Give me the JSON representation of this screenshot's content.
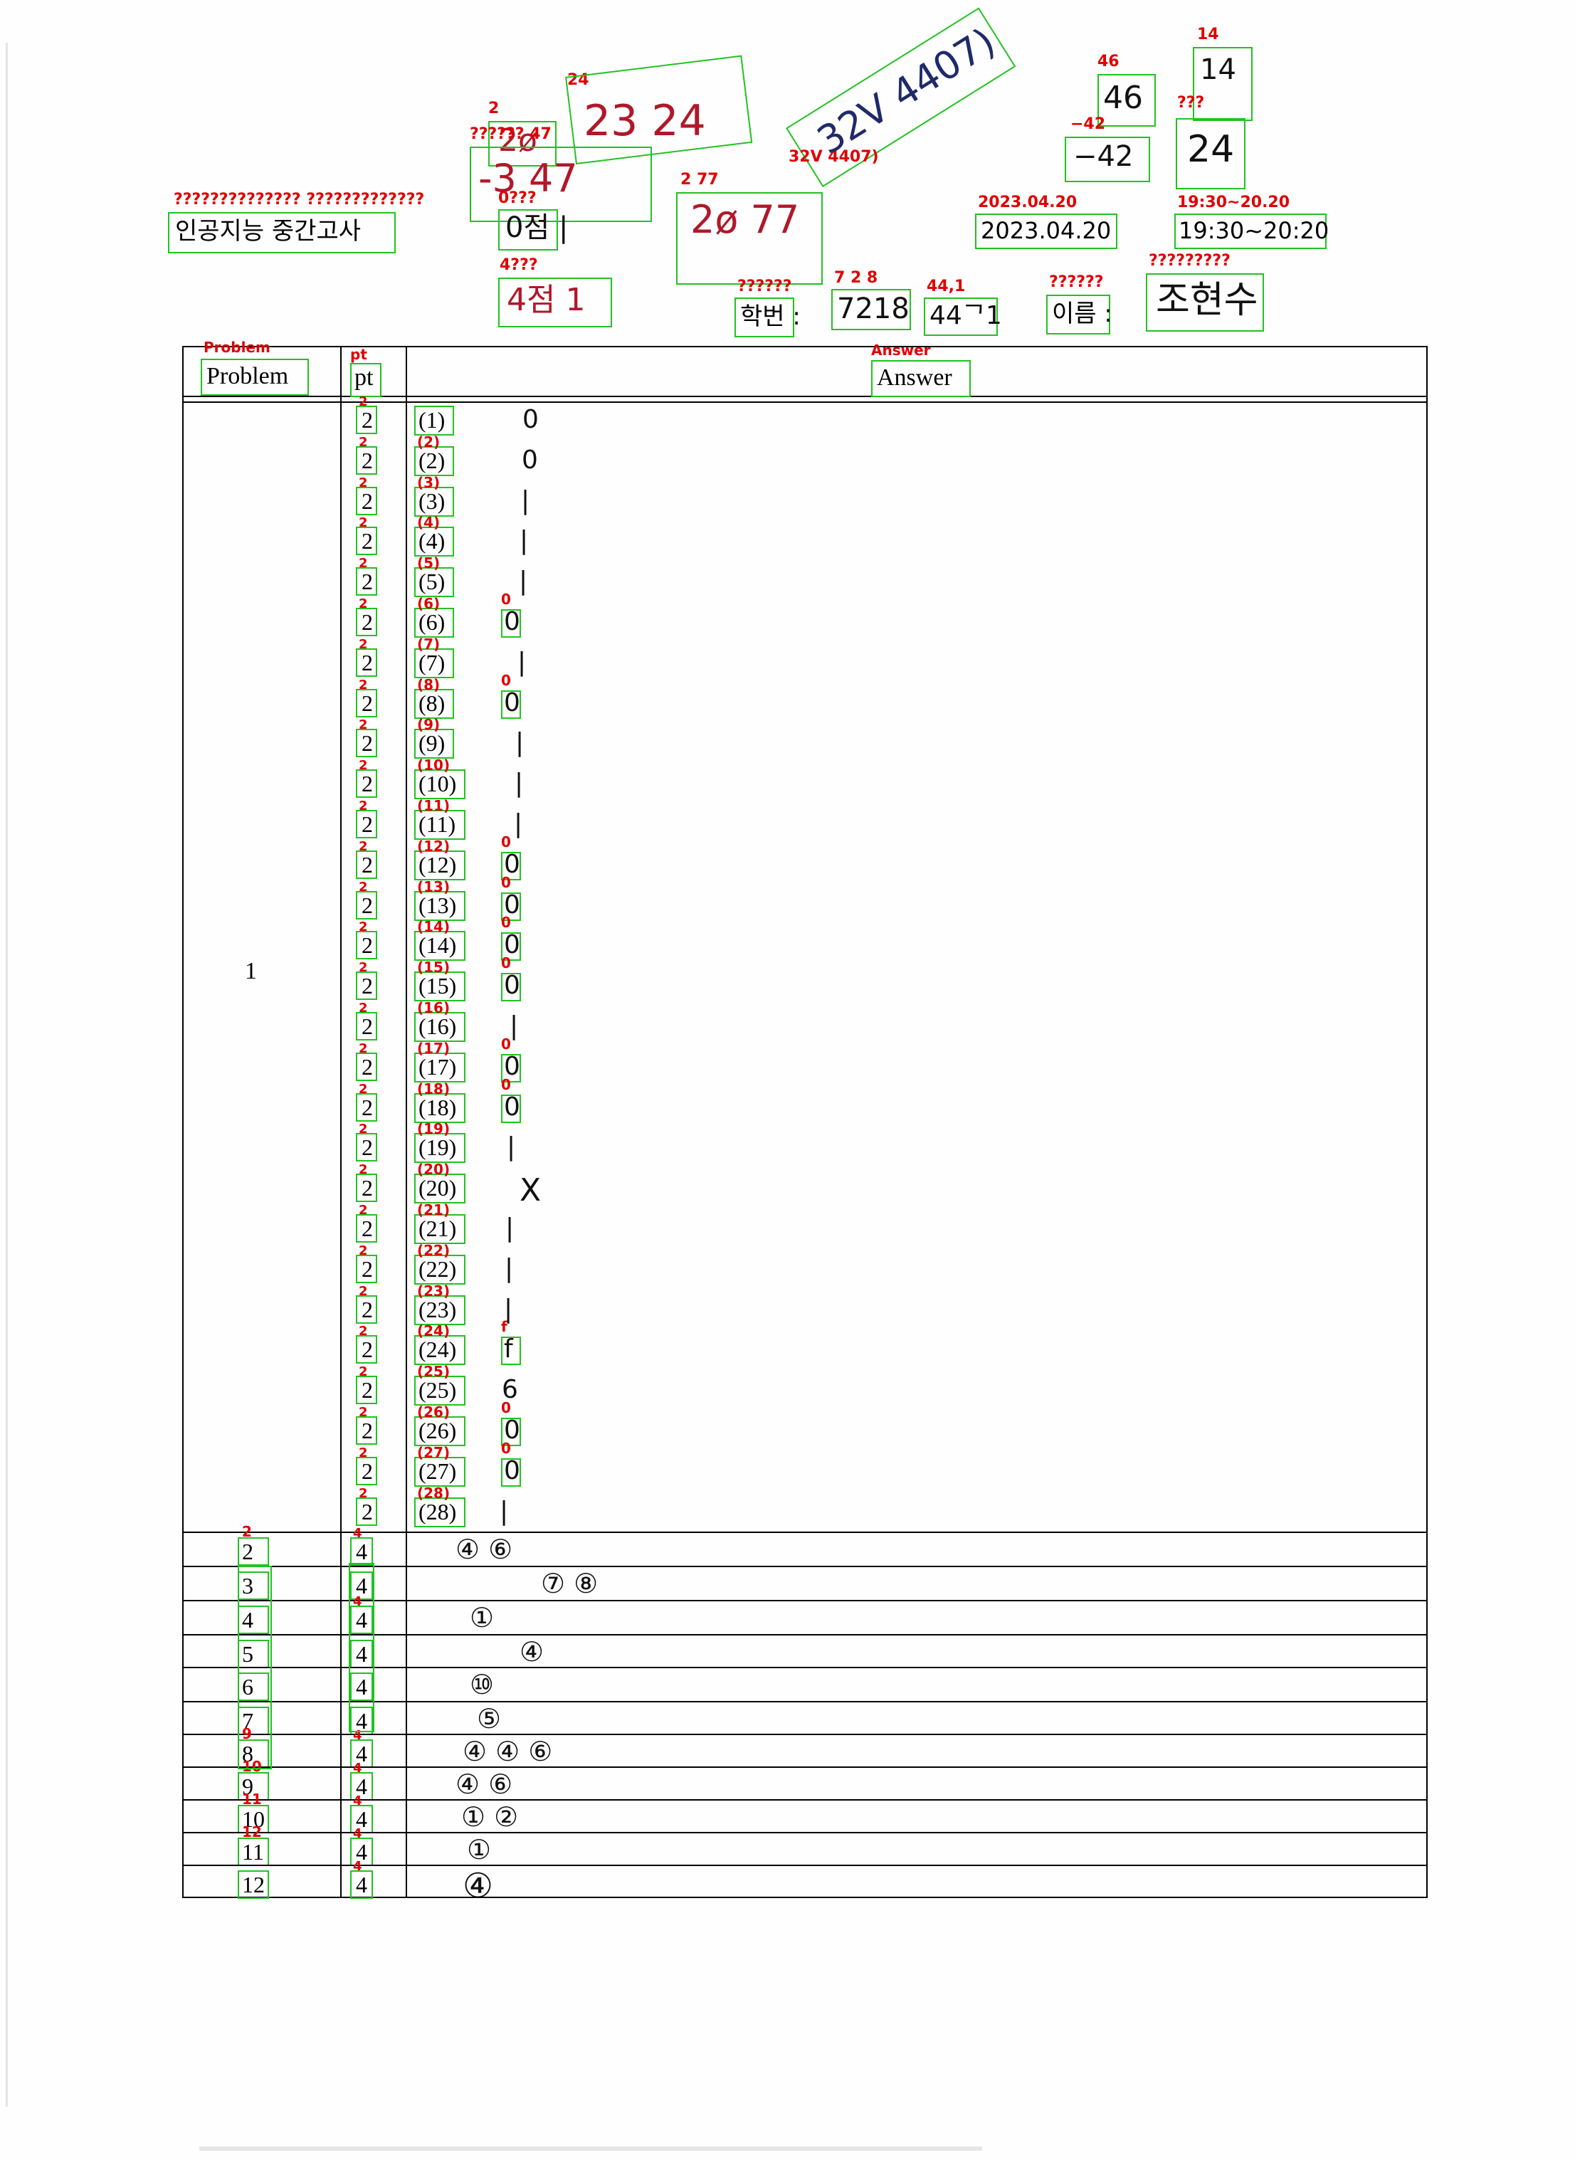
{
  "header": {
    "exam_title": "인공지능 중간고사",
    "exam_title_label": "?????????????? ?????????????",
    "date": "2023.04.20",
    "date_label": "2023.04.20",
    "time": "19:30~20:20",
    "time_label": "19:30~20:20",
    "student_id_label": "학번 :",
    "student_id_caption": "??????",
    "student_id_value": "7 2 8",
    "student_id_extra": "44,1",
    "name_label": "이름 :",
    "name_caption": "??????",
    "name_value_caption": "?????????"
  },
  "scribbles": {
    "s1_label": "2",
    "s2_label": "24",
    "s3_label": "?????? 47",
    "s4_label": "32V 4407)",
    "s5_label": "2 77",
    "s6_label": "0???",
    "s7_label": "4???",
    "s8_label": "46",
    "s9_label": "−42",
    "s10_label": "14",
    "s11_label": "???",
    "s12_label": "19:30~20.20"
  },
  "table": {
    "col_problem": "Problem",
    "col_pt": "pt",
    "col_answer": "Answer",
    "col_problem_label": "Problem",
    "col_pt_label": "pt",
    "col_answer_label": "Answer",
    "problem1_number": "1",
    "subitems": [
      "(1)",
      "(2)",
      "(3)",
      "(4)",
      "(5)",
      "(6)",
      "(7)",
      "(8)",
      "(9)",
      "(10)",
      "(11)",
      "(12)",
      "(13)",
      "(14)",
      "(15)",
      "(16)",
      "(17)",
      "(18)",
      "(19)",
      "(20)",
      "(21)",
      "(22)",
      "(23)",
      "(24)",
      "(25)",
      "(26)",
      "(27)",
      "(28)"
    ],
    "subitem_pts": [
      "2",
      "2",
      "2",
      "2",
      "2",
      "2",
      "2",
      "2",
      "2",
      "2",
      "2",
      "2",
      "2",
      "2",
      "2",
      "2",
      "2",
      "2",
      "2",
      "2",
      "2",
      "2",
      "2",
      "2",
      "2",
      "2",
      "2",
      "2"
    ],
    "subitem_answers": [
      "0",
      "0",
      "|",
      "|",
      "|",
      "0",
      "|",
      "0",
      "|",
      "|",
      "|",
      "0",
      "0",
      "0",
      "0",
      "|",
      "0",
      "0",
      "|",
      "X",
      "|",
      "|",
      "|",
      "f",
      "6",
      "0",
      "0",
      "|"
    ],
    "problems": [
      {
        "num": "2",
        "pt": "4",
        "answer": "④ ⑥"
      },
      {
        "num": "3",
        "pt": "4",
        "answer": "⑦ ⑧"
      },
      {
        "num": "4",
        "pt": "4",
        "answer": "①"
      },
      {
        "num": "5",
        "pt": "4",
        "answer": "④"
      },
      {
        "num": "6",
        "pt": "4",
        "answer": "⑩"
      },
      {
        "num": "7",
        "pt": "4",
        "answer": "⑤"
      },
      {
        "num": "8",
        "pt": "4",
        "answer": "④ ④ ⑥"
      },
      {
        "num": "9",
        "pt": "4",
        "answer": "④ ⑥"
      },
      {
        "num": "10",
        "pt": "4",
        "answer": "① ②"
      },
      {
        "num": "11",
        "pt": "4",
        "answer": "①"
      },
      {
        "num": "12",
        "pt": "4",
        "answer": "④"
      }
    ],
    "problem_labels": [
      "2",
      "",
      "",
      "",
      "",
      "",
      "9",
      "10",
      "11",
      "12",
      ""
    ],
    "pt_labels": [
      "4",
      "",
      "4",
      "",
      "",
      "",
      "4",
      "4",
      "4",
      "4",
      "4"
    ]
  },
  "colors": {
    "box": "#22c222",
    "label": "#e00000",
    "ink_blue": "#1f2a6b",
    "ink_red": "#b0182a"
  }
}
